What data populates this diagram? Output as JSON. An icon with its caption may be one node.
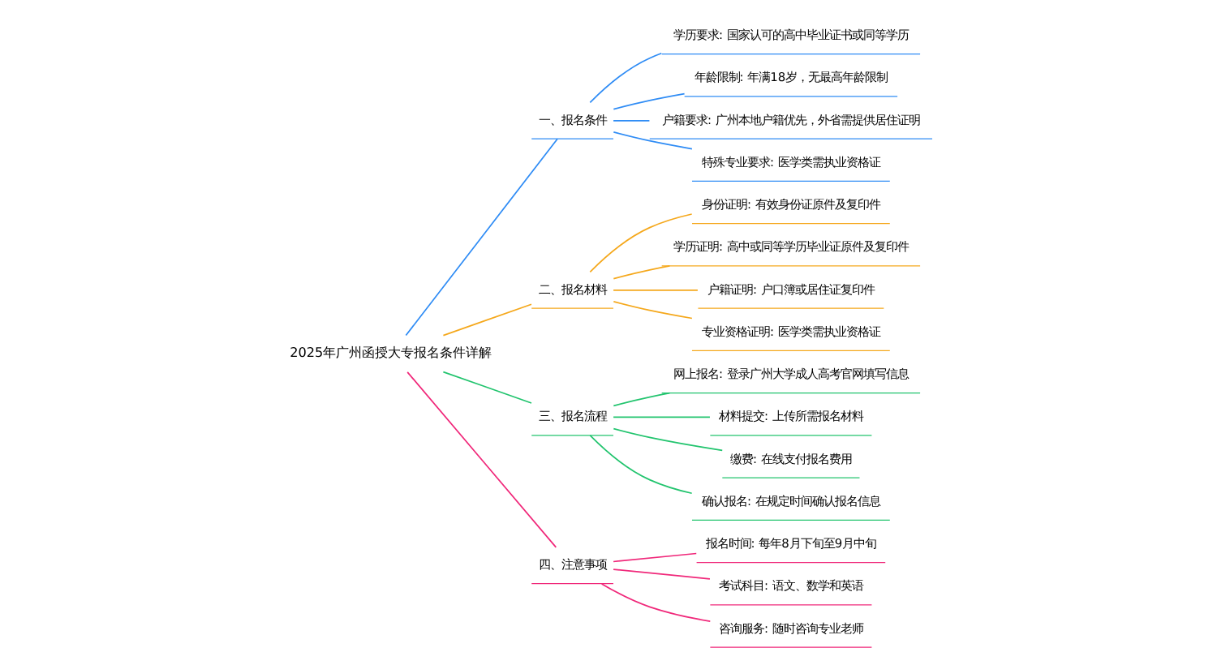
{
  "diagram": {
    "nodes": [
      {
        "text": [
          "2025年广州函授大专报名条件详解"
        ]
      },
      {
        "text": [
          "一、报名条件"
        ]
      },
      {
        "text": [
          "学历要求: 国家认可的高中毕业证书或同等学历"
        ]
      },
      {
        "text": [
          "年龄限制: 年满18岁，无最高年龄限制"
        ]
      },
      {
        "text": [
          "户籍要求: 广州本地户籍优先，外省需提供居住证明"
        ]
      },
      {
        "text": [
          "特殊专业要求: 医学类需执业资格证"
        ]
      },
      {
        "text": [
          "二、报名材料"
        ]
      },
      {
        "text": [
          "身份证明: 有效身份证原件及复印件"
        ]
      },
      {
        "text": [
          "学历证明: 高中或同等学历毕业证原件及复印件"
        ]
      },
      {
        "text": [
          "户籍证明: 户口簿或居住证复印件"
        ]
      },
      {
        "text": [
          "专业资格证明: 医学类需执业资格证"
        ]
      },
      {
        "text": [
          "三、报名流程"
        ]
      },
      {
        "text": [
          "网上报名: 登录广州大学成人高考官网填写信息"
        ]
      },
      {
        "text": [
          "材料提交: 上传所需报名材料"
        ]
      },
      {
        "text": [
          "缴费: 在线支付报名费用"
        ]
      },
      {
        "text": [
          "确认报名: 在规定时间确认报名信息"
        ]
      },
      {
        "text": [
          "四、注意事项"
        ]
      },
      {
        "text": [
          "报名时间: 每年8月下旬至9月中旬"
        ]
      },
      {
        "text": [
          "考试科目: 语文、数学和英语"
        ]
      },
      {
        "text": [
          "咨询服务: 随时咨询专业老师"
        ]
      }
    ],
    "edges": [
      {
        "from": 0,
        "to": 1,
        "arrow": "none",
        "color": "#2f8cf5"
      },
      {
        "from": 1,
        "to": 2,
        "arrow": "none",
        "color": "#2f8cf5"
      },
      {
        "from": 1,
        "to": 3,
        "arrow": "none",
        "color": "#2f8cf5"
      },
      {
        "from": 1,
        "to": 4,
        "arrow": "none",
        "color": "#2f8cf5"
      },
      {
        "from": 1,
        "to": 5,
        "arrow": "none",
        "color": "#2f8cf5"
      },
      {
        "from": 0,
        "to": 6,
        "arrow": "none",
        "color": "#f5a81c"
      },
      {
        "from": 6,
        "to": 7,
        "arrow": "none",
        "color": "#f5a81c"
      },
      {
        "from": 6,
        "to": 8,
        "arrow": "none",
        "color": "#f5a81c"
      },
      {
        "from": 6,
        "to": 9,
        "arrow": "none",
        "color": "#f5a81c"
      },
      {
        "from": 6,
        "to": 10,
        "arrow": "none",
        "color": "#f5a81c"
      },
      {
        "from": 0,
        "to": 11,
        "arrow": "none",
        "color": "#22c46e"
      },
      {
        "from": 11,
        "to": 12,
        "arrow": "none",
        "color": "#22c46e"
      },
      {
        "from": 11,
        "to": 13,
        "arrow": "none",
        "color": "#22c46e"
      },
      {
        "from": 11,
        "to": 14,
        "arrow": "none",
        "color": "#22c46e"
      },
      {
        "from": 11,
        "to": 15,
        "arrow": "none",
        "color": "#22c46e"
      },
      {
        "from": 0,
        "to": 16,
        "arrow": "none",
        "color": "#f0287a"
      },
      {
        "from": 16,
        "to": 17,
        "arrow": "none",
        "color": "#f0287a"
      },
      {
        "from": 16,
        "to": 18,
        "arrow": "none",
        "color": "#f0287a"
      },
      {
        "from": 16,
        "to": 19,
        "arrow": "none",
        "color": "#f0287a"
      }
    ]
  }
}
